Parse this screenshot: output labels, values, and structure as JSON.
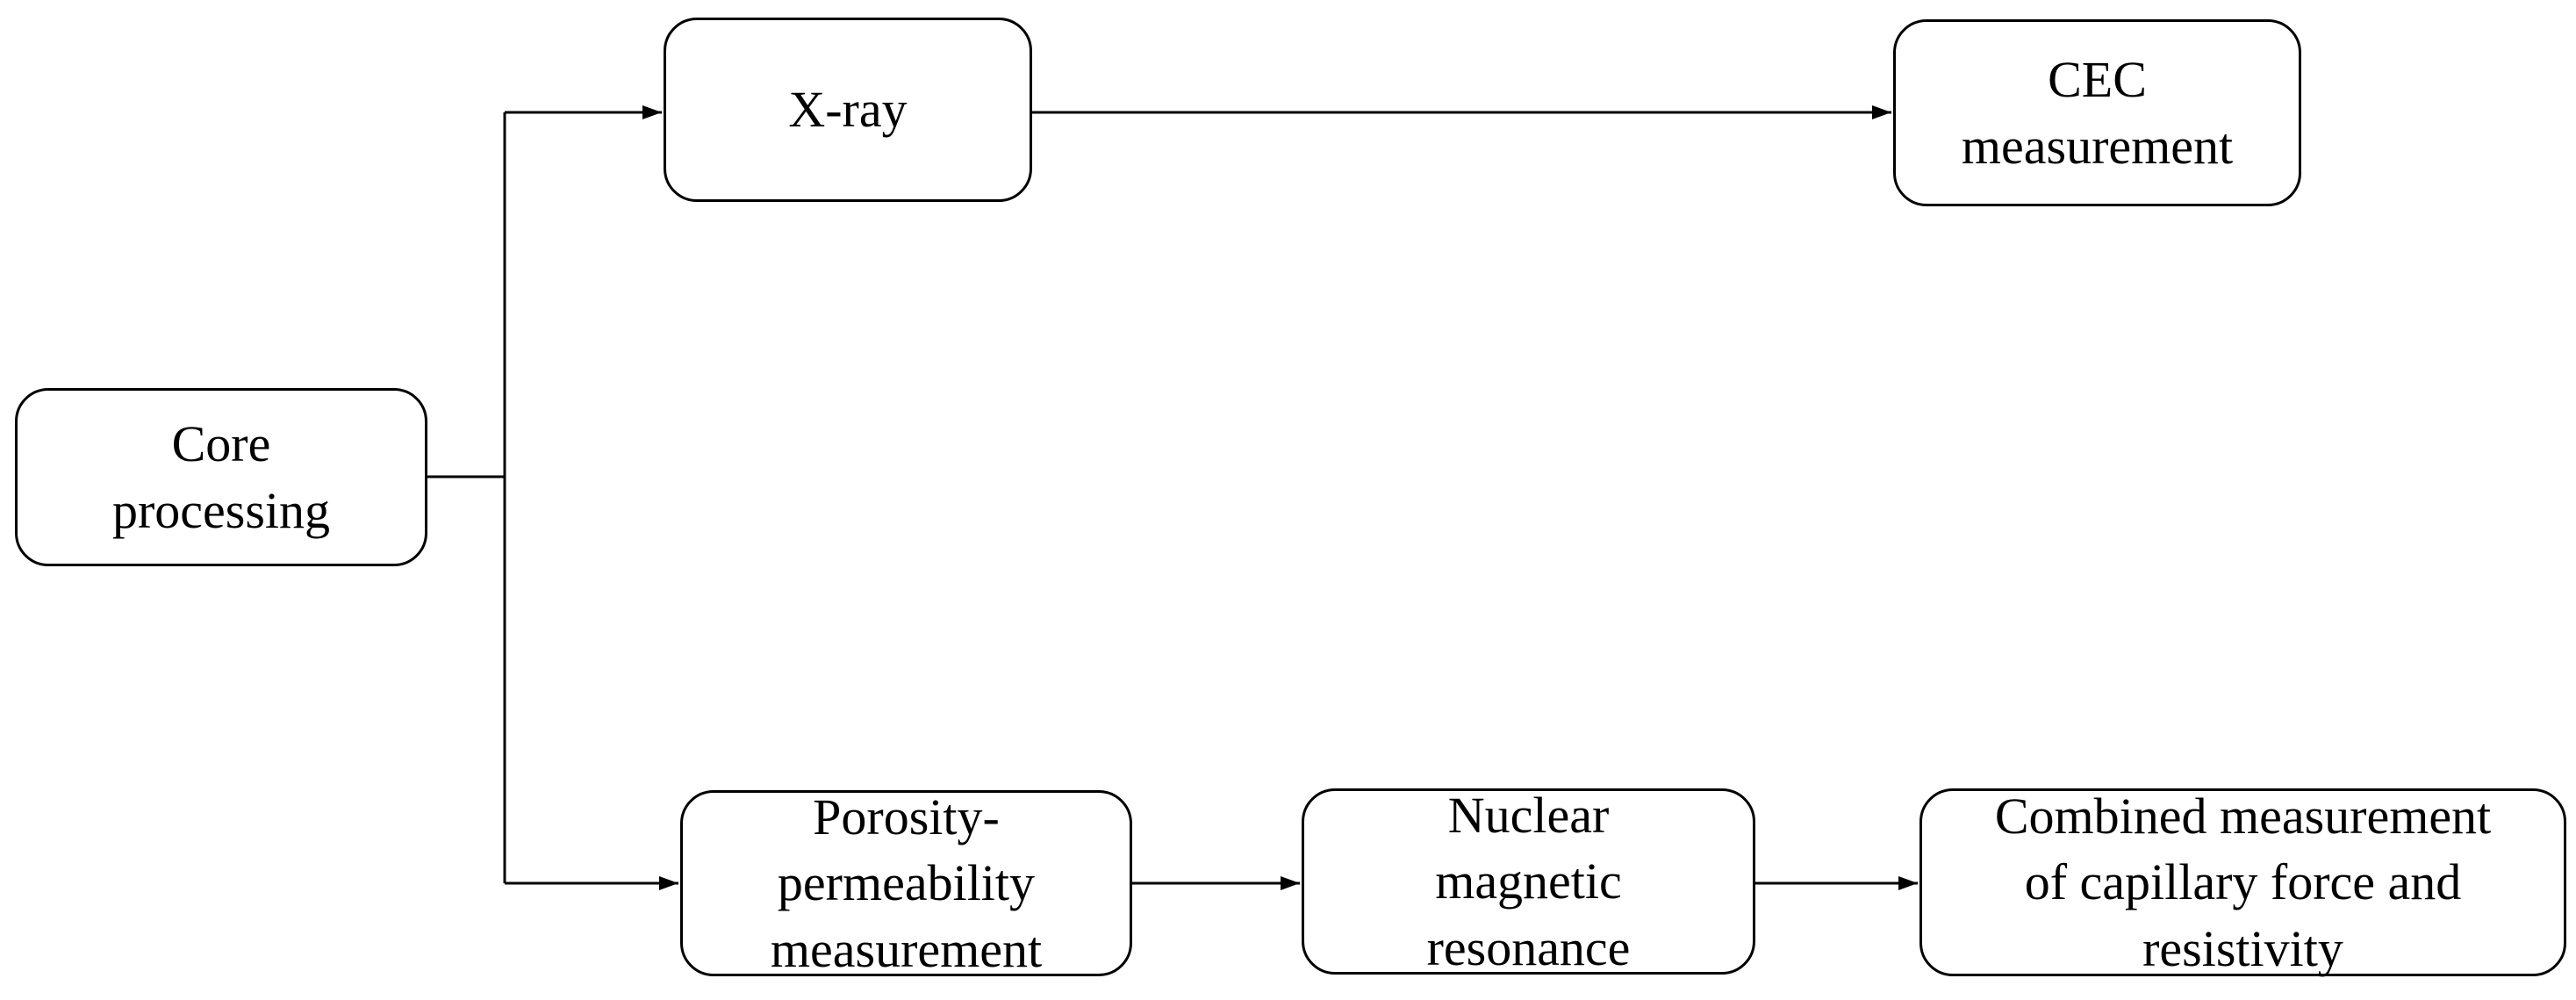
{
  "diagram": {
    "type": "flowchart",
    "background_color": "#ffffff",
    "stroke_color": "#000000",
    "nodes": {
      "core": {
        "label": "Core\nprocessing"
      },
      "xray": {
        "label": "X-ray"
      },
      "cec": {
        "label": "CEC\nmeasurement"
      },
      "porosity": {
        "label": "Porosity-\npermeability\nmeasurement"
      },
      "nmr": {
        "label": "Nuclear\nmagnetic\nresonance"
      },
      "combined": {
        "label": "Combined measurement\nof capillary force and\nresistivity"
      }
    },
    "edges": [
      {
        "from": "core",
        "to": "xray",
        "style": "elbow-arrow"
      },
      {
        "from": "core",
        "to": "porosity",
        "style": "elbow-arrow"
      },
      {
        "from": "xray",
        "to": "cec",
        "style": "straight-arrow"
      },
      {
        "from": "porosity",
        "to": "nmr",
        "style": "straight-arrow"
      },
      {
        "from": "nmr",
        "to": "combined",
        "style": "straight-arrow"
      }
    ]
  }
}
